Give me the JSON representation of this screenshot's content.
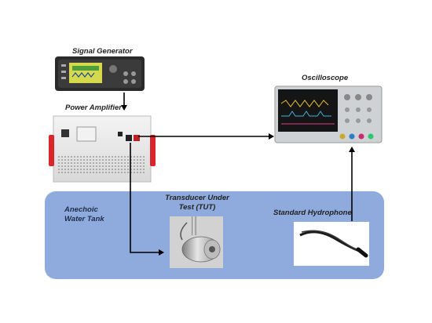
{
  "labels": {
    "signal_generator": "Signal Generator",
    "power_amplifier": "Power Amplifier",
    "oscilloscope": "Oscilloscope",
    "tank_line1": "Anechoic",
    "tank_line2": "Water Tank",
    "tut_line1": "Transducer Under",
    "tut_line2": "Test (TUT)",
    "hydrophone": "Standard Hydrophone"
  },
  "colors": {
    "tank": "#8faadc",
    "wire": "#000000",
    "amp_handles": "#d9262c"
  }
}
